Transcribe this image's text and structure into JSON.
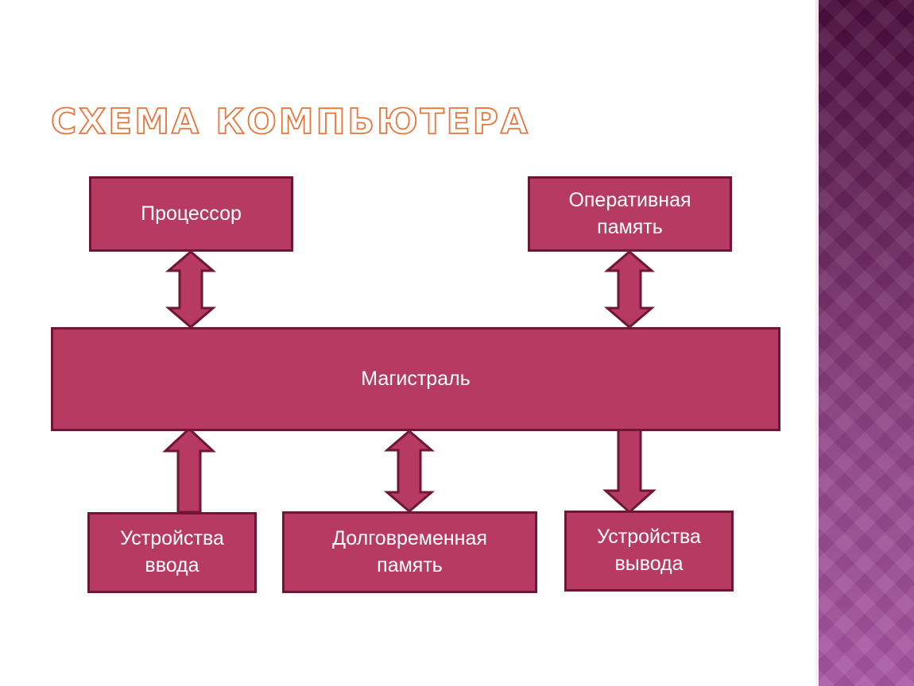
{
  "slide": {
    "title": "Схема компьютера"
  },
  "diagram": {
    "processor": "Процессор",
    "ram": "Оперативная\nпамять",
    "bus": "Магистраль",
    "input_devices": "Устройства\nввода",
    "storage": "Долговременная\nпамять",
    "output_devices": "Устройства\nвывода"
  },
  "colors": {
    "box_fill": "#b73a63",
    "box_border": "#6f1636",
    "title_outline": "#e8753a",
    "side_panel": "#7a3670"
  }
}
